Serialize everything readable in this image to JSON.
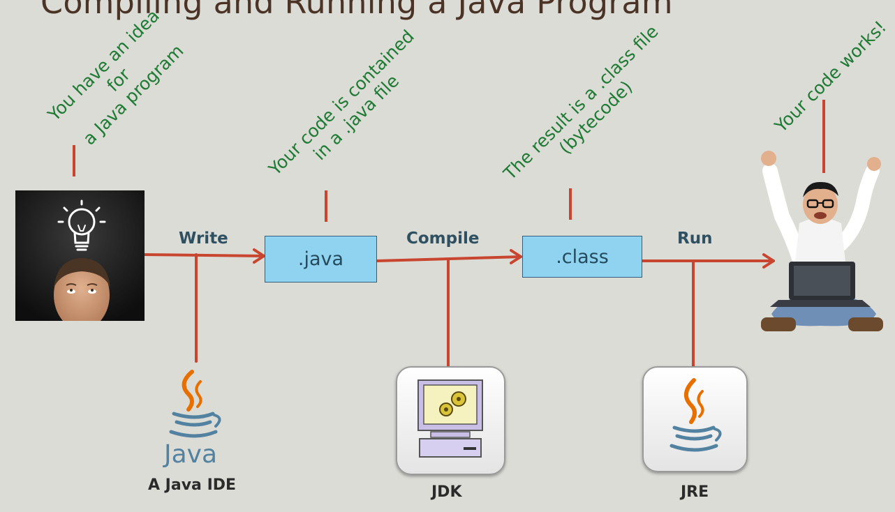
{
  "title": "Compiling and Running a Java Program",
  "annotations": {
    "idea": [
      "You have an idea",
      "for",
      "a Java program"
    ],
    "code": [
      "Your code is contained",
      "in a .java file"
    ],
    "result": [
      "The result is a .class file",
      "(bytecode)"
    ],
    "works": [
      "Your code works!"
    ]
  },
  "boxes": {
    "java": ".java",
    "class": ".class"
  },
  "steps": {
    "write": "Write",
    "compile": "Compile",
    "run": "Run"
  },
  "tools": {
    "ide": "A Java IDE",
    "jdk": "JDK",
    "jre": "JRE"
  },
  "logo_text": "Java",
  "colors": {
    "background": "#dcdcd7",
    "arrow": "#c8452f",
    "annotation": "#1f7a33",
    "box": "#8fd3f0",
    "title": "#4b3426"
  },
  "icons": [
    "lightbulb-icon",
    "java-coffee-cup-icon",
    "computer-gears-icon"
  ]
}
